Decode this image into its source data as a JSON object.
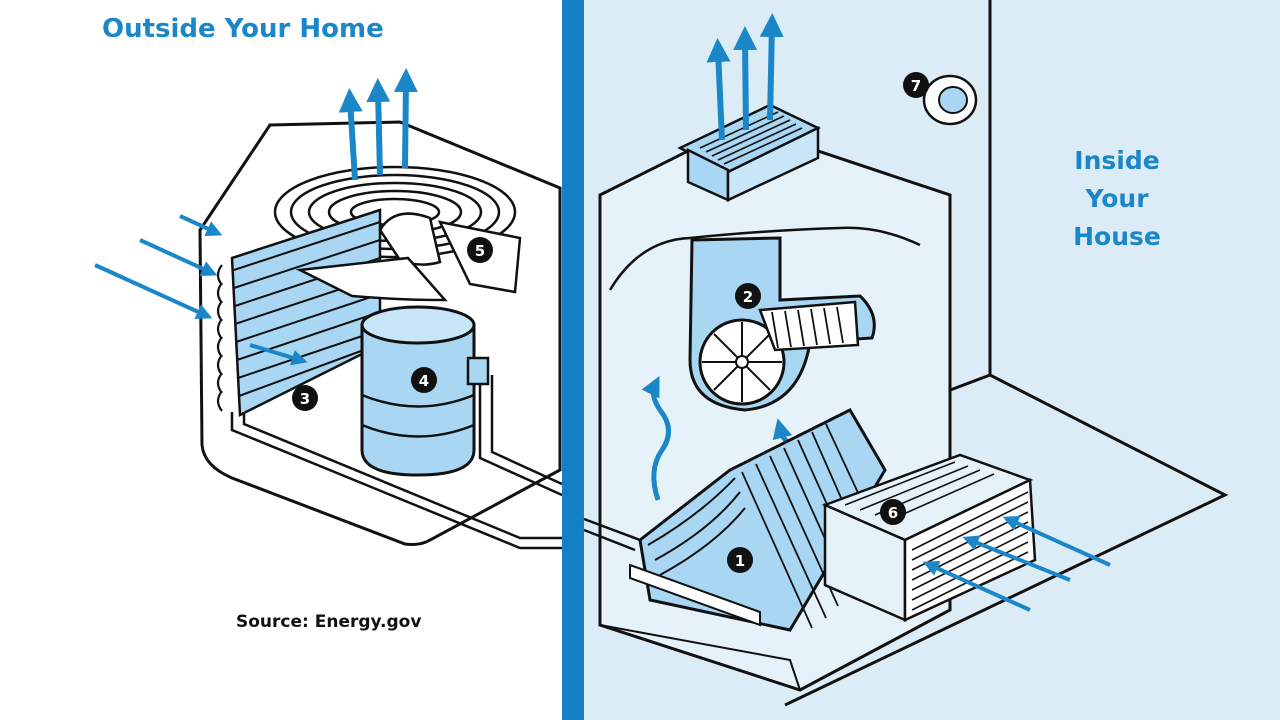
{
  "outside_title": "Outside Your Home",
  "inside_title": [
    "Inside",
    "Your",
    "House"
  ],
  "source_credit": "Source: Energy.gov",
  "callouts": [
    "1",
    "2",
    "3",
    "4",
    "5",
    "6",
    "7"
  ],
  "colors": {
    "accent": "#1b86c8",
    "panel_light": "#dcecf7",
    "component_fill": "#a9d7f3",
    "outline": "#111111",
    "divider": "#1580c6"
  }
}
